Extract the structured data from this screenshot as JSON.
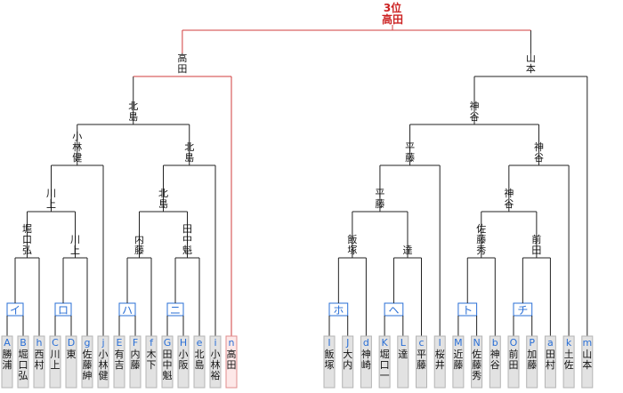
{
  "colors": {
    "line": "#222222",
    "winner_line": "#d23c3c",
    "winner_text": "#cc2222",
    "slot_fill": "#e2e2e2",
    "slot_border": "#b4b4b4",
    "winner_slot_fill": "#fde8e8",
    "winner_slot_border": "#e08c8c",
    "seed_color": "#2a6fd6",
    "group_border": "#2a6fd6",
    "text": "#111111"
  },
  "title": {
    "rank": "3位",
    "name": "高田"
  },
  "players": [
    {
      "seed": "A",
      "name": "勝浦"
    },
    {
      "seed": "B",
      "name": "堀口弘"
    },
    {
      "seed": "h",
      "name": "西村"
    },
    {
      "seed": "C",
      "name": "川上"
    },
    {
      "seed": "D",
      "name": "東"
    },
    {
      "seed": "g",
      "name": "佐藤紳"
    },
    {
      "seed": "j",
      "name": "小林健"
    },
    {
      "seed": "E",
      "name": "有吉"
    },
    {
      "seed": "F",
      "name": "内藤"
    },
    {
      "seed": "f",
      "name": "木下"
    },
    {
      "seed": "G",
      "name": "田中魁"
    },
    {
      "seed": "H",
      "name": "小阪"
    },
    {
      "seed": "e",
      "name": "北島"
    },
    {
      "seed": "i",
      "name": "小林裕"
    },
    {
      "seed": "n",
      "name": "高田"
    },
    {
      "seed": "I",
      "name": "飯塚"
    },
    {
      "seed": "J",
      "name": "大内"
    },
    {
      "seed": "d",
      "name": "神崎"
    },
    {
      "seed": "K",
      "name": "堀口一"
    },
    {
      "seed": "L",
      "name": "達"
    },
    {
      "seed": "c",
      "name": "平藤"
    },
    {
      "seed": "l",
      "name": "桜井"
    },
    {
      "seed": "M",
      "name": "近藤"
    },
    {
      "seed": "N",
      "name": "佐藤秀"
    },
    {
      "seed": "b",
      "name": "神谷"
    },
    {
      "seed": "O",
      "name": "前田"
    },
    {
      "seed": "P",
      "name": "加藤"
    },
    {
      "seed": "a",
      "name": "田村"
    },
    {
      "seed": "k",
      "name": "土佐"
    },
    {
      "seed": "m",
      "name": "山本"
    }
  ],
  "groups": [
    {
      "label": "イ"
    },
    {
      "label": "ロ"
    },
    {
      "label": "ハ"
    },
    {
      "label": "ニ"
    },
    {
      "label": "ホ"
    },
    {
      "label": "ヘ"
    },
    {
      "label": "ト"
    },
    {
      "label": "チ"
    }
  ],
  "winners": [
    "堀口弘",
    "川上",
    "内藤",
    "田中魁",
    "飯塚",
    "達",
    "佐藤秀",
    "前田",
    "西村",
    "川上",
    "木下",
    "北島",
    "飯塚",
    "平藤",
    "神谷",
    "前田",
    "川上",
    "北島",
    "平藤",
    "神谷",
    "小林健",
    "北島",
    "平藤",
    "神谷",
    "北島",
    "平藤",
    "神谷",
    "高田",
    "山本"
  ]
}
